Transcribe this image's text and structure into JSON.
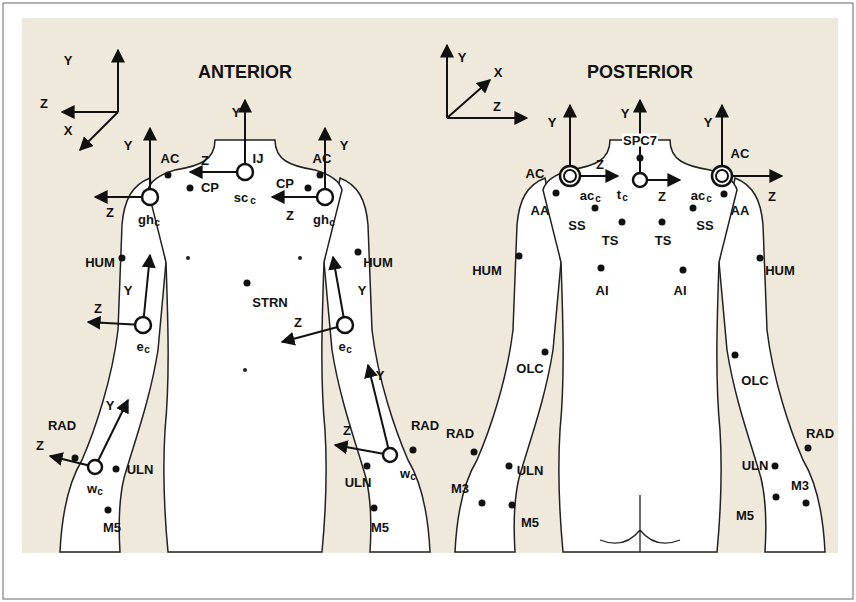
{
  "diagram": {
    "labels": [
      "Y",
      "Z",
      "X",
      "ANTERIOR",
      "Y",
      "IJ",
      "sc",
      "c",
      "Z",
      "AC",
      "CP",
      "Y",
      "gh",
      "c",
      "Z",
      "AC",
      "CP",
      "Y",
      "gh",
      "c",
      "Z",
      "HUM",
      "HUM",
      "STRN",
      "Y",
      "Z",
      "e",
      "c",
      "Y",
      "Z",
      "e",
      "c",
      "RAD",
      "Z",
      "Y",
      "w",
      "c",
      "ULN",
      "M5",
      "Z",
      "Y",
      "RAD",
      "w",
      "c",
      "ULN",
      "M5",
      "Y",
      "X",
      "Z",
      "POSTERIOR",
      "Y",
      "SPC7",
      "AC",
      "Y",
      "Z",
      "ac",
      "c",
      "AA",
      "SS",
      "TS",
      "Z",
      "t",
      "c",
      "AC",
      "Y",
      "Z",
      "ac",
      "c",
      "AA",
      "SS",
      "TS",
      "HUM",
      "HUM",
      "AI",
      "AI",
      "OLC",
      "OLC",
      "RAD",
      "RAD",
      "ULN",
      "ULN",
      "M3",
      "M3",
      "M5",
      "M5"
    ]
  }
}
